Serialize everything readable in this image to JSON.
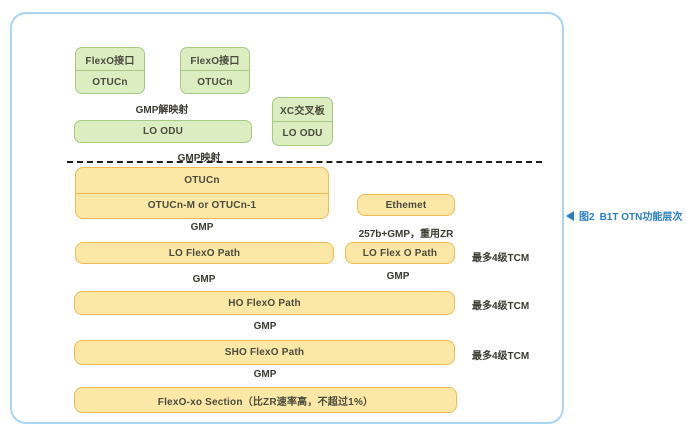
{
  "caption": {
    "fig": "图2",
    "title": "B1T OTN功能层次"
  },
  "colors": {
    "green_fill": "#dcedc2",
    "green_border": "#a5cb80",
    "yellow_fill": "#fce8a6",
    "yellow_border": "#f1ba55",
    "frame_border": "#aad5f2",
    "caption_blue": "#2a7dc0"
  },
  "green": {
    "flexo1_top": "FlexO接口",
    "flexo1_bottom": "OTUCn",
    "flexo2_top": "FlexO接口",
    "flexo2_bottom": "OTUCn",
    "gmp_demap": "GMP解映射",
    "lo_odu": "LO ODU",
    "xc_top": "XC交叉板",
    "xc_bottom": "LO ODU",
    "gmp_map": "GMP映射"
  },
  "yellow": {
    "otucn_top": "OTUCn",
    "otucn_bottom": "OTUCn-M or OTUCn-1",
    "ethernet": "Ethemet",
    "gmp_a": "GMP",
    "zr_note": "257b+GMP，重用ZR",
    "lo_flexo": "LO FlexO Path",
    "lo_flex_o": "LO Flex O Path",
    "tcm_a": "最多4级TCM",
    "gmp_b": "GMP",
    "gmp_c": "GMP",
    "ho_flexo": "HO FlexO Path",
    "tcm_b": "最多4级TCM",
    "gmp_d": "GMP",
    "sho_flexo": "SHO FlexO Path",
    "tcm_c": "最多4级TCM",
    "gmp_e": "GMP",
    "flexo_xo": "FlexO-xo Section（比ZR速率高，不超过1%）"
  }
}
